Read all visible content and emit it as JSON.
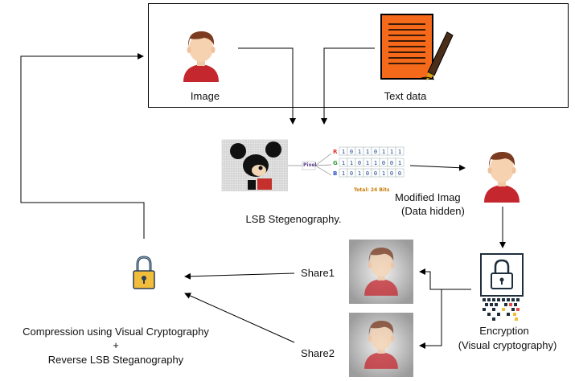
{
  "input_box": {
    "image_label": "Image",
    "text_label": "Text data"
  },
  "lsb": {
    "caption": "LSB Stegenography.",
    "pixel_label": "Pixel",
    "rows": [
      {
        "channel": "R",
        "bits": "1 0 1 1 0 1 1 1",
        "color": "#d33"
      },
      {
        "channel": "G",
        "bits": "1 1 0 1 1 0 0 1",
        "color": "#2a9a2a"
      },
      {
        "channel": "B",
        "bits": "1 0 1 0 0 1 0 0",
        "color": "#2a52c9"
      }
    ],
    "total_label": "Total: 24 Bits"
  },
  "modified": {
    "line1": "Modified Imag",
    "line2": "(Data hidden)"
  },
  "encryption": {
    "line1": "Encryption",
    "line2": "(Visual cryptography)"
  },
  "shares": {
    "share1": "Share1",
    "share2": "Share2"
  },
  "decode": {
    "line1": "Compression using Visual Cryptography",
    "line2": "+",
    "line3": "Reverse LSB Steganography"
  }
}
